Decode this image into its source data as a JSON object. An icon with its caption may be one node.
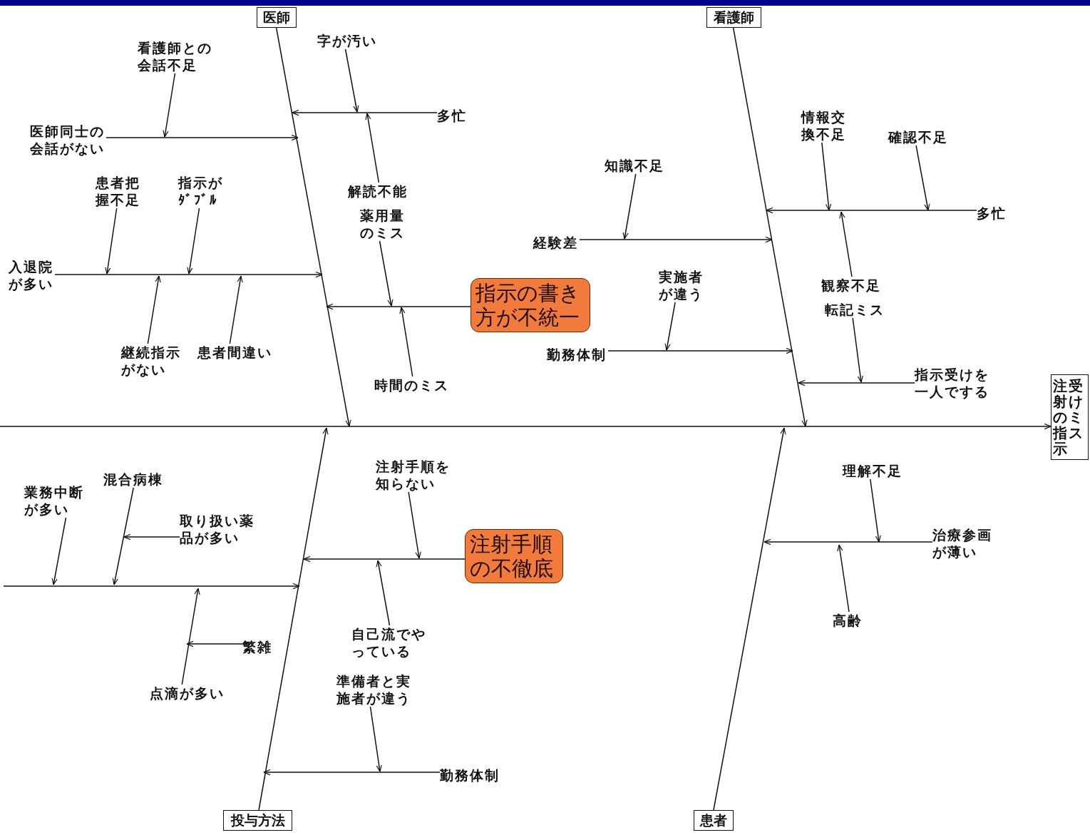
{
  "diagram": {
    "nodes": [
      {
        "text": [
          "医師"
        ]
      },
      {
        "text": [
          "看護師"
        ]
      },
      {
        "text": [
          "投与方法"
        ]
      },
      {
        "text": [
          "患者"
        ]
      },
      {
        "text": [
          "注射の指示",
          "受けミス"
        ]
      },
      {
        "text": [
          "看護師との会話不足"
        ]
      },
      {
        "text": [
          "医師同士の会話がない"
        ]
      },
      {
        "text": [
          "字が汚い"
        ]
      },
      {
        "text": [
          "多忙"
        ]
      },
      {
        "text": [
          "解読不能"
        ]
      },
      {
        "text": [
          "薬用量のミス"
        ]
      },
      {
        "text": [
          "指示の書き方が不統一"
        ]
      },
      {
        "text": [
          "時間のミス"
        ]
      },
      {
        "text": [
          "患者把握不足"
        ]
      },
      {
        "text": [
          "指示がﾀﾞﾌﾞﾙ"
        ]
      },
      {
        "text": [
          "入退院が多い"
        ]
      },
      {
        "text": [
          "継続指示がない"
        ]
      },
      {
        "text": [
          "患者間違い"
        ]
      },
      {
        "text": [
          "情報交換不足"
        ]
      },
      {
        "text": [
          "確認不足"
        ]
      },
      {
        "text": [
          "知識不足"
        ]
      },
      {
        "text": [
          "多忙"
        ]
      },
      {
        "text": [
          "経験差"
        ]
      },
      {
        "text": [
          "実施者が違う"
        ]
      },
      {
        "text": [
          "観察不足"
        ]
      },
      {
        "text": [
          "転記ミス"
        ]
      },
      {
        "text": [
          "勤務体制"
        ]
      },
      {
        "text": [
          "指示受けを一人でする"
        ]
      },
      {
        "text": [
          "業務中断が多い"
        ]
      },
      {
        "text": [
          "混合病棟"
        ]
      },
      {
        "text": [
          "取り扱い薬品が多い"
        ]
      },
      {
        "text": [
          "注射手順を知らない"
        ]
      },
      {
        "text": [
          "注射手順の不徹底"
        ]
      },
      {
        "text": [
          "繁雑"
        ]
      },
      {
        "text": [
          "自己流でやっている"
        ]
      },
      {
        "text": [
          "点滴が多い"
        ]
      },
      {
        "text": [
          "準備者と実施者が違う"
        ]
      },
      {
        "text": [
          "勤務体制"
        ]
      },
      {
        "text": [
          "理解不足"
        ]
      },
      {
        "text": [
          "治療参画が薄い"
        ]
      },
      {
        "text": [
          "高齢"
        ]
      }
    ],
    "edges": [
      {
        "from": null,
        "to": 4,
        "arrow": "to"
      },
      {
        "from": 0,
        "to": null,
        "arrow": "to"
      },
      {
        "from": 1,
        "to": null,
        "arrow": "to"
      },
      {
        "from": 2,
        "to": null,
        "arrow": "to"
      },
      {
        "from": 3,
        "to": null,
        "arrow": "to"
      },
      {
        "from": 6,
        "to": null,
        "arrow": "to"
      },
      {
        "from": 8,
        "to": null,
        "arrow": "to"
      },
      {
        "from": 15,
        "to": null,
        "arrow": "to"
      },
      {
        "from": 11,
        "to": null,
        "arrow": "to"
      },
      {
        "from": 21,
        "to": null,
        "arrow": "to"
      },
      {
        "from": 22,
        "to": null,
        "arrow": "to"
      },
      {
        "from": 26,
        "to": null,
        "arrow": "to"
      },
      {
        "from": 27,
        "to": null,
        "arrow": "to"
      },
      {
        "from": 32,
        "to": null,
        "arrow": "to"
      },
      {
        "from": 37,
        "to": null,
        "arrow": "to"
      },
      {
        "from": 39,
        "to": null,
        "arrow": "to"
      },
      {
        "from": 5,
        "to": null,
        "arrow": "to"
      },
      {
        "from": 7,
        "to": null,
        "arrow": "to"
      },
      {
        "from": 9,
        "to": null,
        "arrow": "to"
      },
      {
        "from": 10,
        "to": null,
        "arrow": "to"
      },
      {
        "from": 12,
        "to": null,
        "arrow": "to"
      },
      {
        "from": 13,
        "to": null,
        "arrow": "to"
      },
      {
        "from": 14,
        "to": null,
        "arrow": "to"
      },
      {
        "from": 16,
        "to": null,
        "arrow": "to"
      },
      {
        "from": 17,
        "to": null,
        "arrow": "to"
      },
      {
        "from": 18,
        "to": null,
        "arrow": "to"
      },
      {
        "from": 19,
        "to": null,
        "arrow": "to"
      },
      {
        "from": 24,
        "to": null,
        "arrow": "to"
      },
      {
        "from": 20,
        "to": null,
        "arrow": "to"
      },
      {
        "from": 23,
        "to": null,
        "arrow": "to"
      },
      {
        "from": 25,
        "to": null,
        "arrow": "to"
      },
      {
        "from": 28,
        "to": null,
        "arrow": "to"
      },
      {
        "from": 29,
        "to": null,
        "arrow": "to"
      },
      {
        "from": 30,
        "to": null,
        "arrow": "to"
      },
      {
        "from": 35,
        "to": null,
        "arrow": "to"
      },
      {
        "from": 33,
        "to": null,
        "arrow": "to"
      },
      {
        "from": 31,
        "to": null,
        "arrow": "to"
      },
      {
        "from": 34,
        "to": null,
        "arrow": "to"
      },
      {
        "from": 36,
        "to": null,
        "arrow": "to"
      },
      {
        "from": 38,
        "to": null,
        "arrow": "to"
      },
      {
        "from": 40,
        "to": null,
        "arrow": "to"
      }
    ]
  }
}
